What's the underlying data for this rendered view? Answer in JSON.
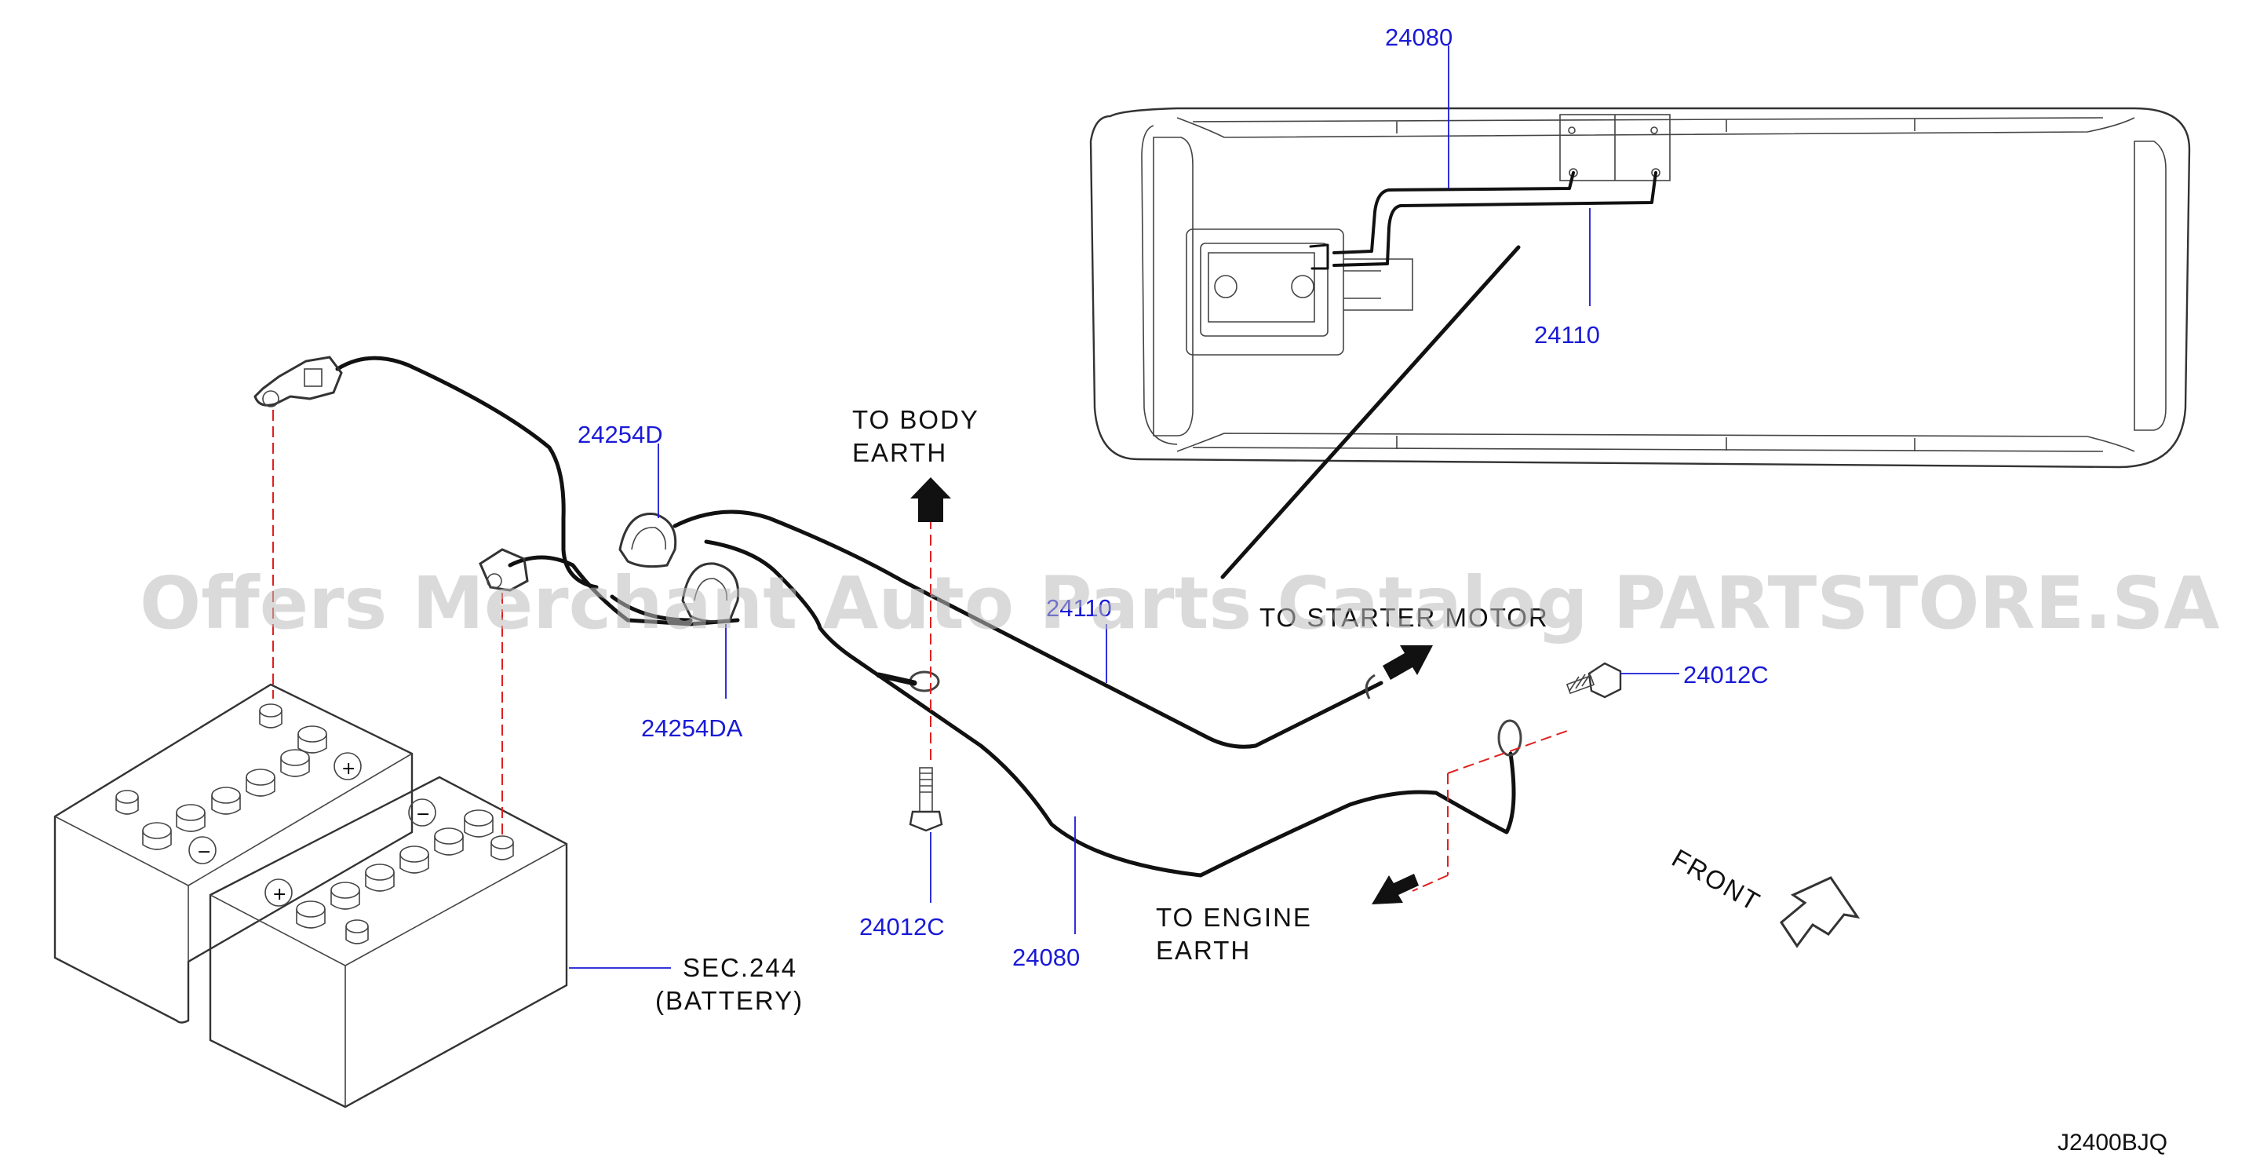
{
  "parts": {
    "p_24080_top": "24080",
    "p_24110_top": "24110",
    "p_24254D": "24254D",
    "p_24254DA": "24254DA",
    "p_24110_mid": "24110",
    "p_24012C_right": "24012C",
    "p_24012C_left": "24012C",
    "p_24080_bottom": "24080"
  },
  "notes": {
    "body_earth_1": "TO  BODY",
    "body_earth_2": "EARTH",
    "starter_motor": "TO  STARTER  MOTOR",
    "engine_earth_1": "TO  ENGINE",
    "engine_earth_2": "EARTH",
    "battery_1": "SEC.244",
    "battery_2": "(BATTERY)",
    "front": "FRONT"
  },
  "drawing_code": "J2400BJQ",
  "watermark": "Offers Merchant Auto Parts Catalog PARTSTORE.SA",
  "colors": {
    "part_number": "#1a1ad6",
    "dashed_line": "#e02020",
    "cable": "#111111"
  }
}
